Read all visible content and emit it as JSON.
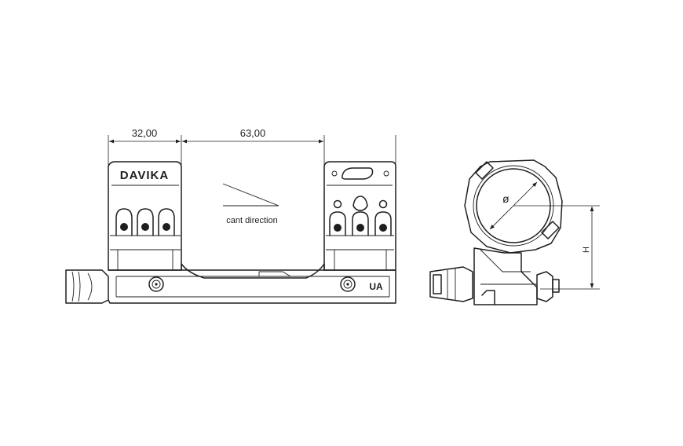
{
  "dimensions": {
    "left_width": "32,00",
    "center_spacing": "63,00",
    "diameter_symbol": "ø",
    "height_label": "H"
  },
  "labels": {
    "brand": "DAVIKA",
    "cant": "cant direction",
    "marking": "UA"
  }
}
